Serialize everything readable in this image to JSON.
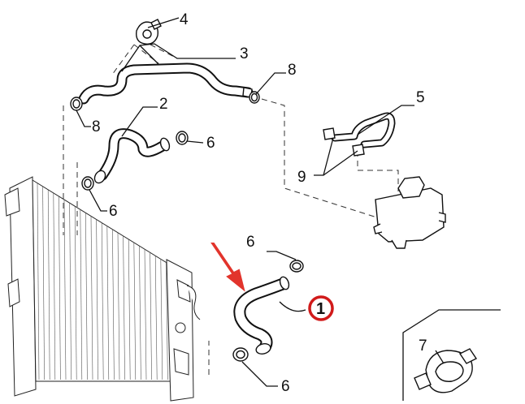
{
  "diagram": {
    "callouts": [
      {
        "id": "c1",
        "label": "1",
        "highlight": true
      },
      {
        "id": "c2",
        "label": "2"
      },
      {
        "id": "c3",
        "label": "3"
      },
      {
        "id": "c4",
        "label": "4"
      },
      {
        "id": "c5",
        "label": "5"
      },
      {
        "id": "c6a",
        "label": "6"
      },
      {
        "id": "c6b",
        "label": "6"
      },
      {
        "id": "c6c",
        "label": "6"
      },
      {
        "id": "c6d",
        "label": "6"
      },
      {
        "id": "c7",
        "label": "7"
      },
      {
        "id": "c8a",
        "label": "8"
      },
      {
        "id": "c8b",
        "label": "8"
      },
      {
        "id": "c9",
        "label": "9"
      }
    ],
    "colors": {
      "highlight_ring": "#d11a1a",
      "arrow": "#e2342c",
      "line": "#111111"
    },
    "icons": [
      "red-arrow-icon",
      "radiator",
      "expansion-tank",
      "thermostat",
      "bracket"
    ]
  }
}
